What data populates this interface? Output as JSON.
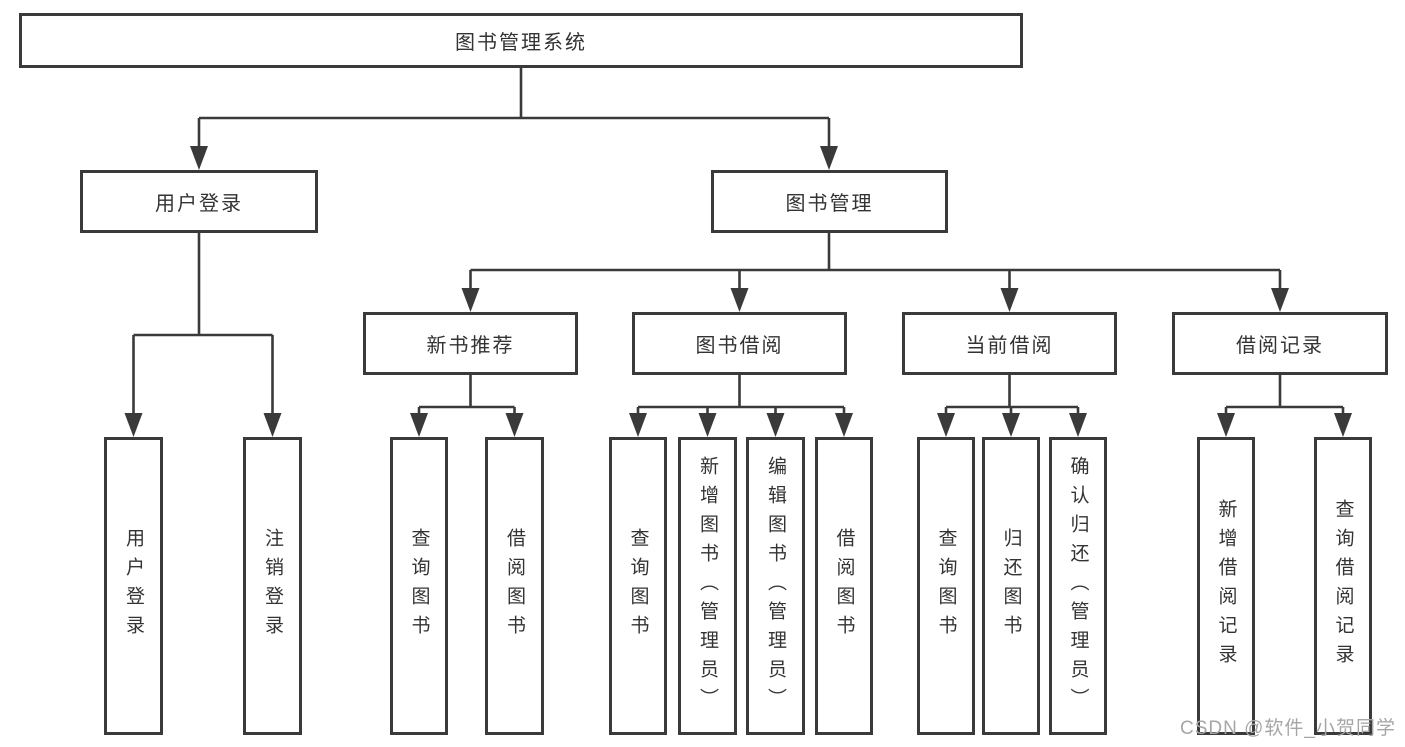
{
  "page": {
    "background": "#ffffff"
  },
  "diagram": {
    "root_label": "图书管理系统",
    "branches": [
      {
        "label": "用户登录",
        "leaves": [
          "用户登录",
          "注销登录"
        ]
      },
      {
        "label": "图书管理",
        "groups": [
          {
            "label": "新书推荐",
            "leaves": [
              "查询图书",
              "借阅图书"
            ]
          },
          {
            "label": "图书借阅",
            "leaves": [
              "查询图书",
              "新增图书（管理员）",
              "编辑图书（管理员）",
              "借阅图书"
            ]
          },
          {
            "label": "当前借阅",
            "leaves": [
              "查询图书",
              "归还图书",
              "确认归还（管理员）"
            ]
          },
          {
            "label": "借阅记录",
            "leaves": [
              "新增借阅记录",
              "查询借阅记录"
            ]
          }
        ]
      }
    ],
    "line_color": "#3a3a3a",
    "text_color": "#333333"
  },
  "watermark": {
    "text": "CSDN @软件_小贺同学",
    "color": "#a6a6a6"
  }
}
